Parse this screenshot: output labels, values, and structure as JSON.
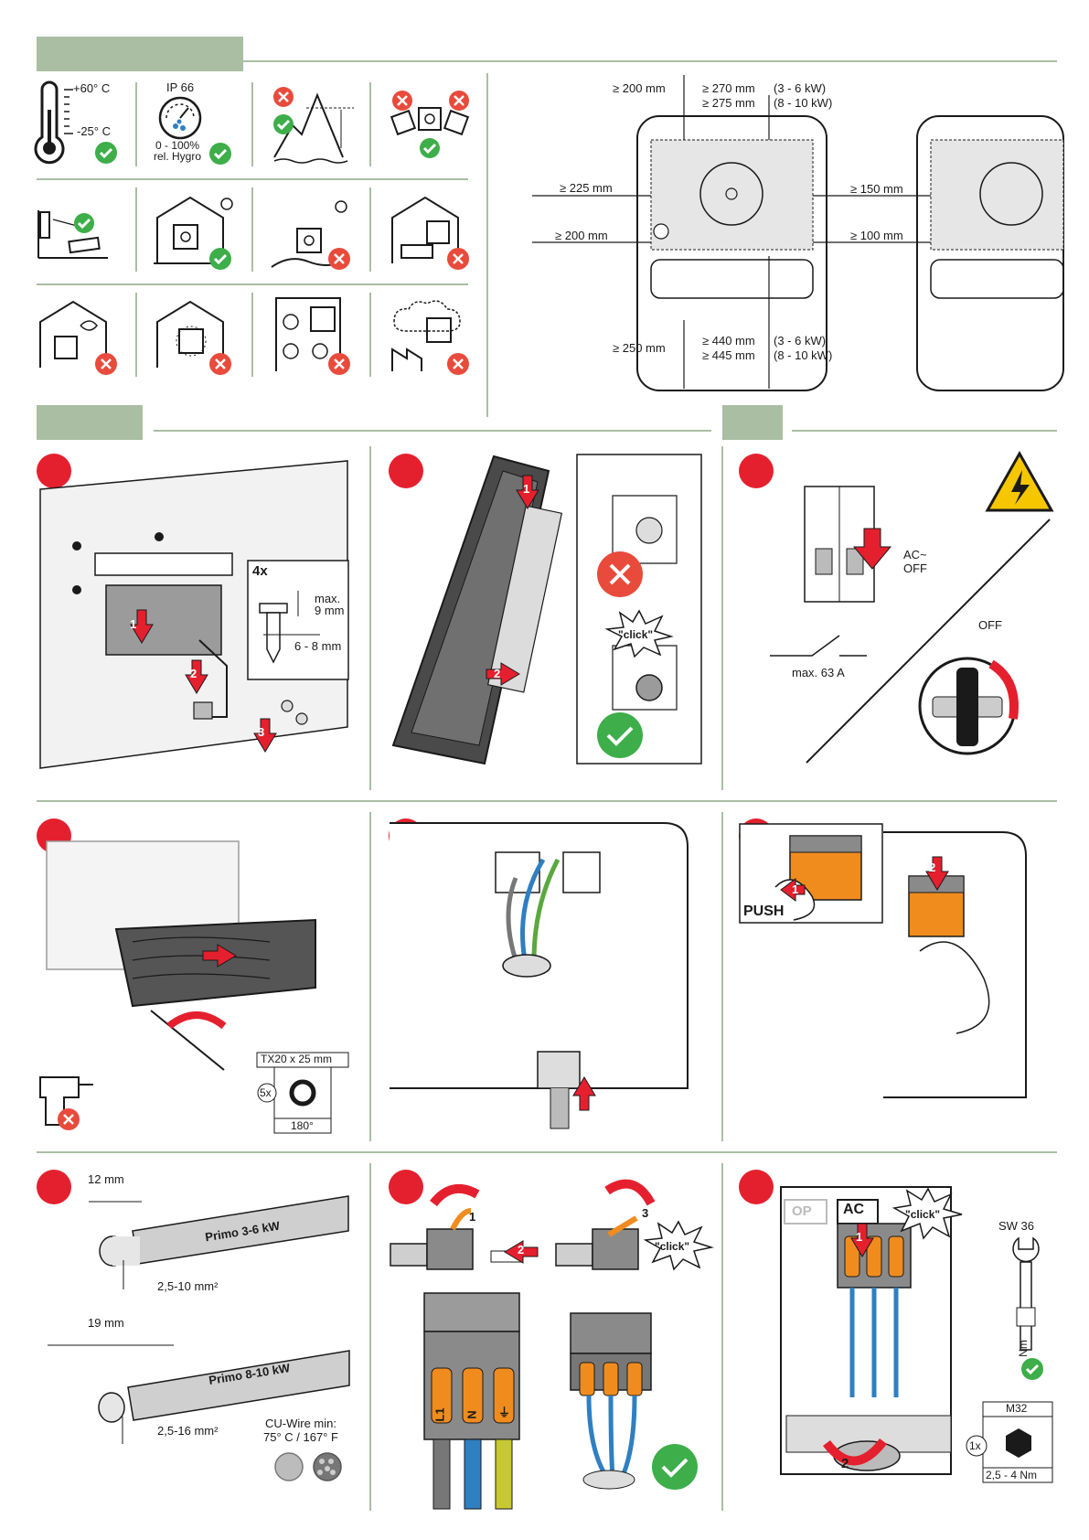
{
  "colors": {
    "header": "#a9bea2",
    "step": "#e5202e",
    "ok": "#3dae49",
    "no": "#e84b3c",
    "line": "#1a1a1a"
  },
  "env": {
    "temp_max": "+60° C",
    "temp_min": "-25° C",
    "ip": "IP 66",
    "hygro_range": "0 - 100%",
    "hygro_label": "rel. Hygro"
  },
  "clearance": {
    "top_min": "≥ 200 mm",
    "top_a": "≥ 270 mm",
    "top_a_power": "(3 - 6 kW)",
    "top_b": "≥ 275 mm",
    "top_b_power": "(8 - 10 kW)",
    "left_a": "≥ 225 mm",
    "left_b": "≥ 200 mm",
    "right_a": "≥ 150 mm",
    "right_b": "≥ 100 mm",
    "bottom_min": "≥ 250 mm",
    "bottom_a": "≥ 440 mm",
    "bottom_a_power": "(3 - 6 kW)",
    "bottom_b": "≥ 445 mm",
    "bottom_b_power": "(8 - 10 kW)"
  },
  "mount": {
    "qty": "4x",
    "head_max_l1": "max.",
    "head_max_l2": "9 mm",
    "diameter": "6 - 8 mm",
    "steps": [
      "1",
      "2",
      "3"
    ]
  },
  "hang": {
    "click": "\"click\"",
    "steps": [
      "1",
      "2"
    ]
  },
  "ac_off": {
    "switch_label_l1": "AC~",
    "switch_label_l2": "OFF",
    "fuse": "max. 63 A",
    "dc_off": "OFF"
  },
  "cover": {
    "bit": "TX20 x 25 mm",
    "screws": "5x",
    "angle": "180°"
  },
  "connector": {
    "push": "PUSH",
    "steps": [
      "1",
      "2"
    ]
  },
  "strip": {
    "len_a": "12 mm",
    "model_a": "Primo 3-6 kW",
    "area_a": "2,5-10 mm²",
    "len_b": "19 mm",
    "model_b": "Primo 8-10 kW",
    "area_b": "2,5-16 mm²",
    "cu_l1": "CU-Wire min:",
    "cu_l2": "75° C / 167° F"
  },
  "terminal": {
    "click": "\"click\"",
    "labels": [
      "L1",
      "N",
      "⏚"
    ],
    "steps": [
      "1",
      "2",
      "3"
    ]
  },
  "final": {
    "ac": "AC",
    "op": "OP",
    "click": "\"click\"",
    "wrench": "SW 36",
    "gland": "M32",
    "gland_qty": "1x",
    "torque": "2,5 - 4 Nm",
    "nm": "Nm",
    "steps": [
      "1",
      "2"
    ]
  }
}
